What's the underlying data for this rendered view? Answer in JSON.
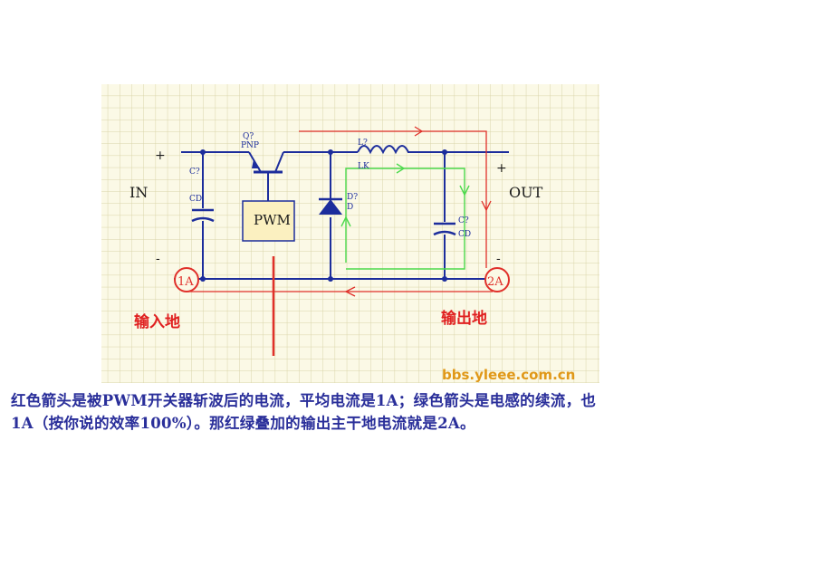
{
  "labels": {
    "in": "IN",
    "out": "OUT",
    "plus_in": "+",
    "minus_in": "-",
    "plus_out": "+",
    "minus_out": "-",
    "pwm": "PWM",
    "transistor_ref": "Q?",
    "transistor_type": "PNP",
    "inductor_ref": "L?",
    "inductor_type": "LK",
    "diode_ref": "D?",
    "diode_type": "D",
    "cap_in_ref": "C?",
    "cap_in_type": "CD",
    "cap_out_ref": "C?",
    "cap_out_type": "CD",
    "current_in": "1A",
    "current_out": "2A",
    "input_ground": "输入地",
    "output_ground": "输出地",
    "watermark": "bbs.yleee.com.cn"
  },
  "caption": {
    "line1": "红色箭头是被PWM开关器斩波后的电流，平均电流是1A；绿色箭头是电感的续流，也",
    "line2": "1A（按你说的效率100%）。那红绿叠加的输出主干地电流就是2A。"
  },
  "colors": {
    "grid_bg": "#fbf9e6",
    "grid_line": "#d9d4a8",
    "wire": "#1c2d9c",
    "red": "#e0302a",
    "green": "#4cd94c",
    "pwm_fill": "#fbf0c0",
    "label_red": "#e02020",
    "watermark": "#e09818"
  }
}
